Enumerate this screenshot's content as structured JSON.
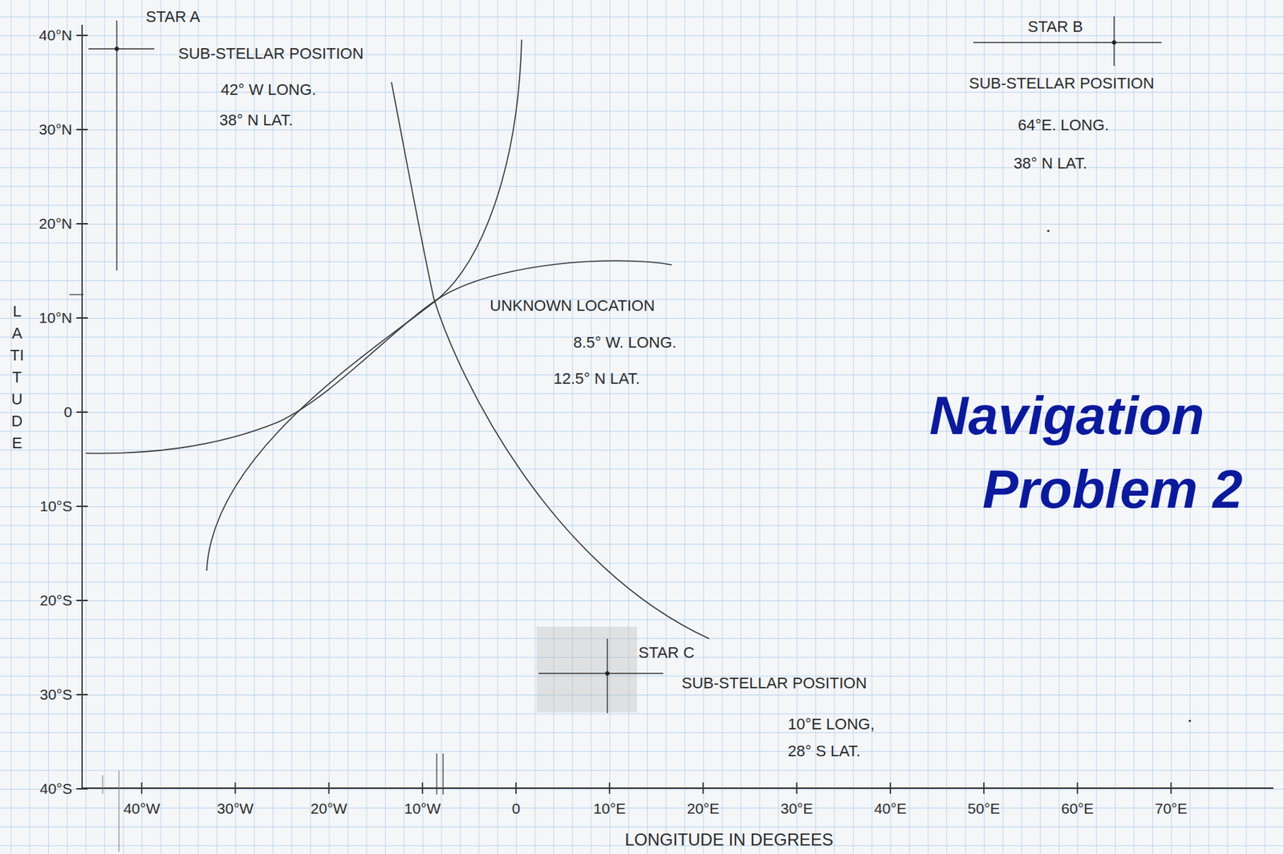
{
  "diagram": {
    "title": "Navigation Problem 2",
    "labels": [
      "STAR A",
      "SUB-STELLAR POSITION",
      "42° W LONG.",
      "38° N LAT.",
      "STAR B",
      "SUB-STELLAR POSITION",
      "64°E. LONG.",
      "38° N LAT.",
      "40°N",
      "30°N",
      "20°N",
      "10°N",
      "0",
      "10°S",
      "20°S",
      "30°S",
      "40°S",
      "LATITUDE",
      "UNKNOWN LOCATION",
      "8.5° W. LONG.",
      "12.5° N LAT.",
      "STAR C",
      "SUB-STELLAR POSITION",
      "10°E LONG,",
      "28° S LAT.",
      "40°W",
      "30°W",
      "20°W",
      "10°W",
      "0",
      "10°E",
      "20°E",
      "30°E",
      "40°E",
      "50°E",
      "60°E",
      "70°E",
      "LONGITUDE IN DEGREES"
    ]
  }
}
